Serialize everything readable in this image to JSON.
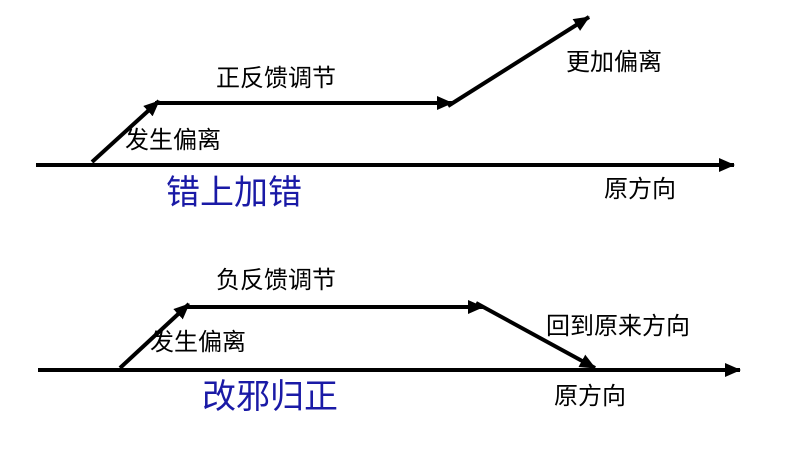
{
  "colors": {
    "line": "#000000",
    "text": "#000000",
    "accent": "#1a1aa6"
  },
  "top": {
    "deviation_label": "发生偏离",
    "feedback_label": "正反馈调节",
    "result_label": "更加偏离",
    "direction_label": "原方向",
    "caption": "错上加错"
  },
  "bottom": {
    "deviation_label": "发生偏离",
    "feedback_label": "负反馈调节",
    "result_label": "回到原来方向",
    "direction_label": "原方向",
    "caption": "改邪归正"
  }
}
